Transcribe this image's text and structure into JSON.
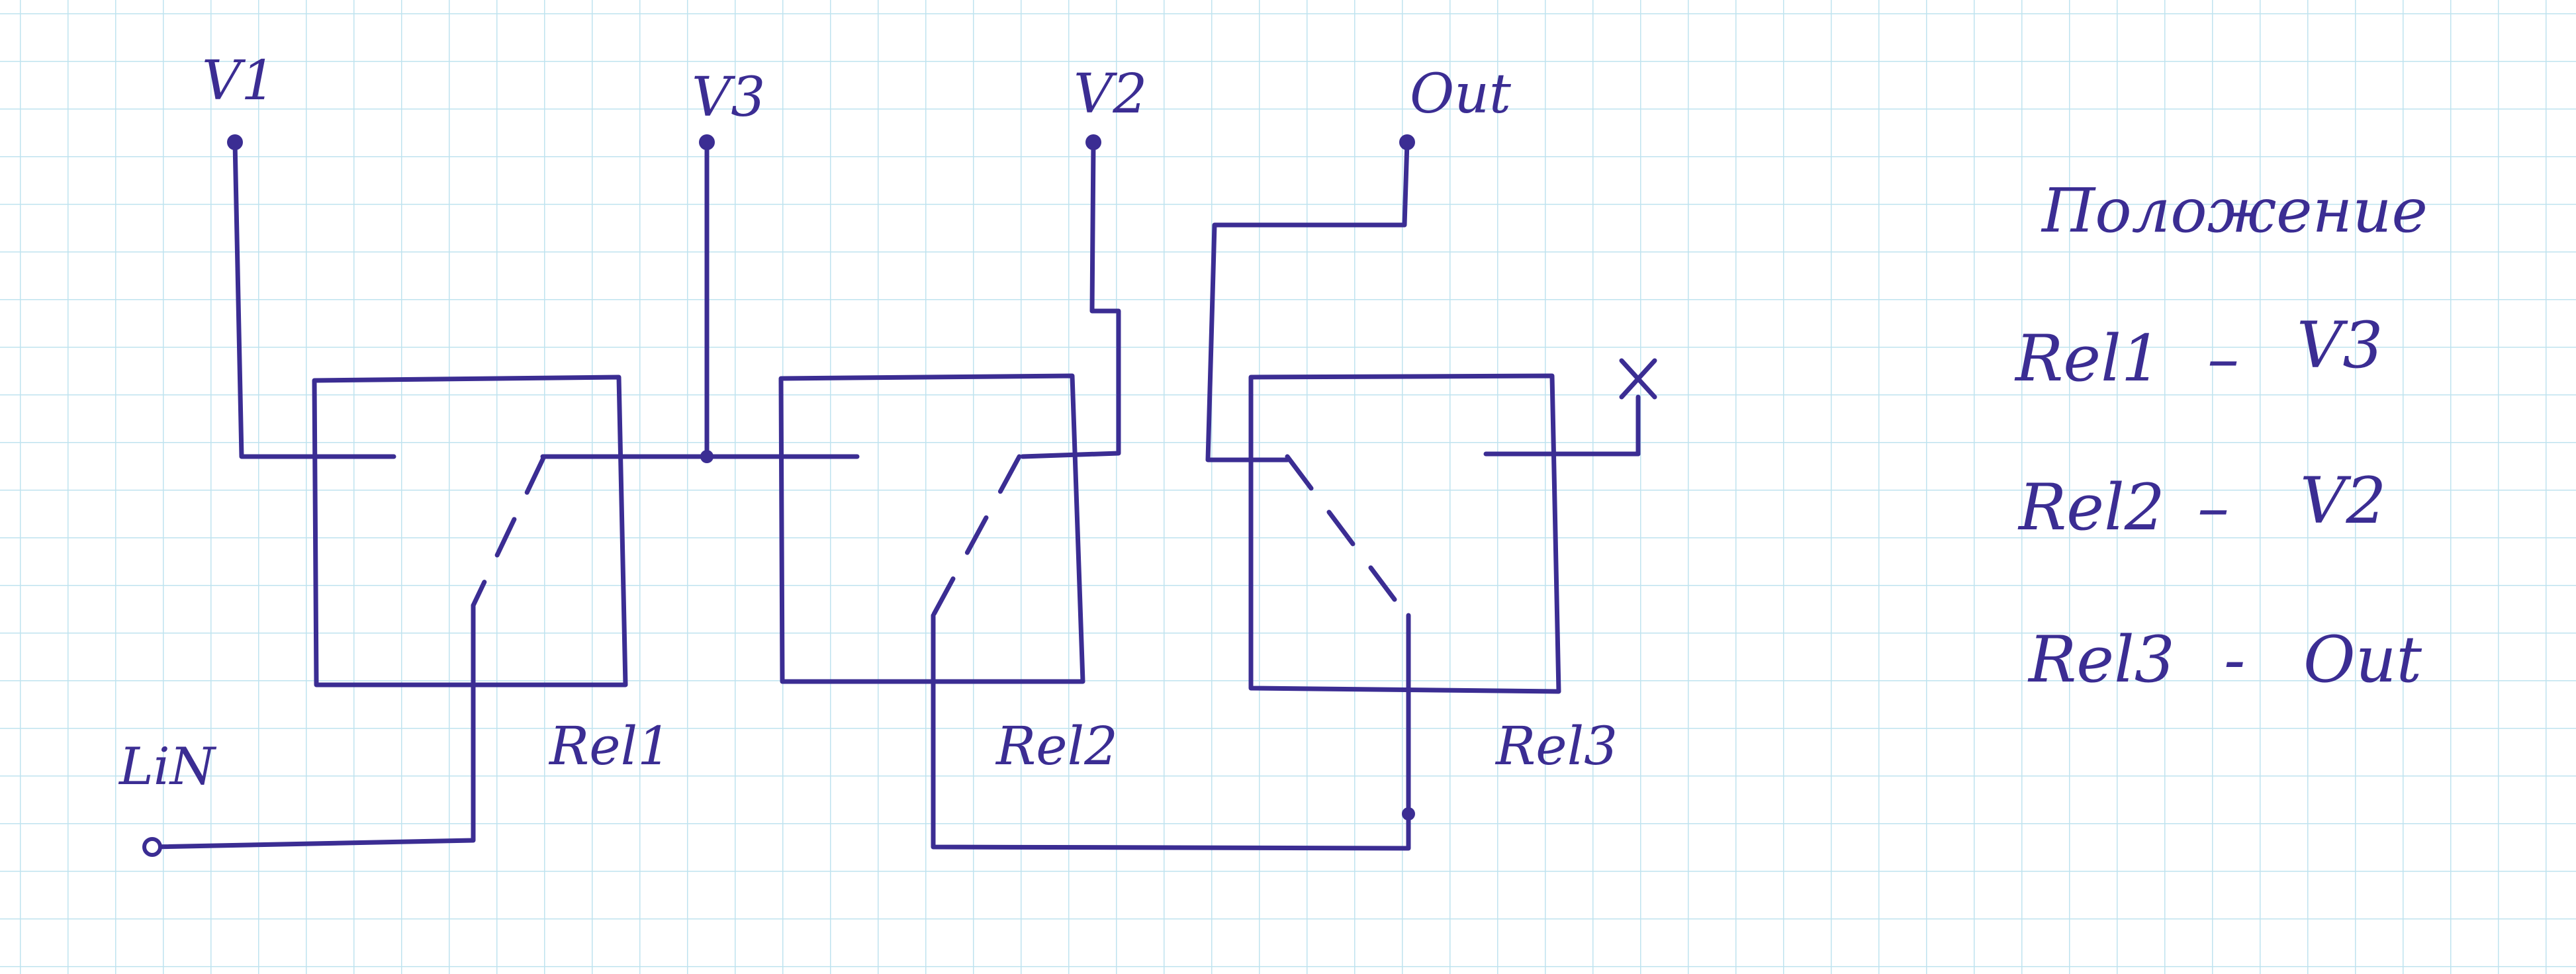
{
  "colors": {
    "ink": "#3b2d93",
    "grid": "#bfe3ef",
    "paper": "#ffffff"
  },
  "terminals": {
    "v1": "V1",
    "v3": "V3",
    "v2": "V2",
    "out": "Out",
    "lin": "LiN",
    "unconnected": "X"
  },
  "relays": {
    "rel1": "Rel1",
    "rel2": "Rel2",
    "rel3": "Rel3"
  },
  "legend": {
    "title": "Положение",
    "rows": [
      {
        "relay": "Rel1",
        "dash": "–",
        "target": "V3"
      },
      {
        "relay": "Rel2",
        "dash": "–",
        "target": "V2"
      },
      {
        "relay": "Rel3",
        "dash": "-",
        "target": "Out"
      }
    ]
  }
}
